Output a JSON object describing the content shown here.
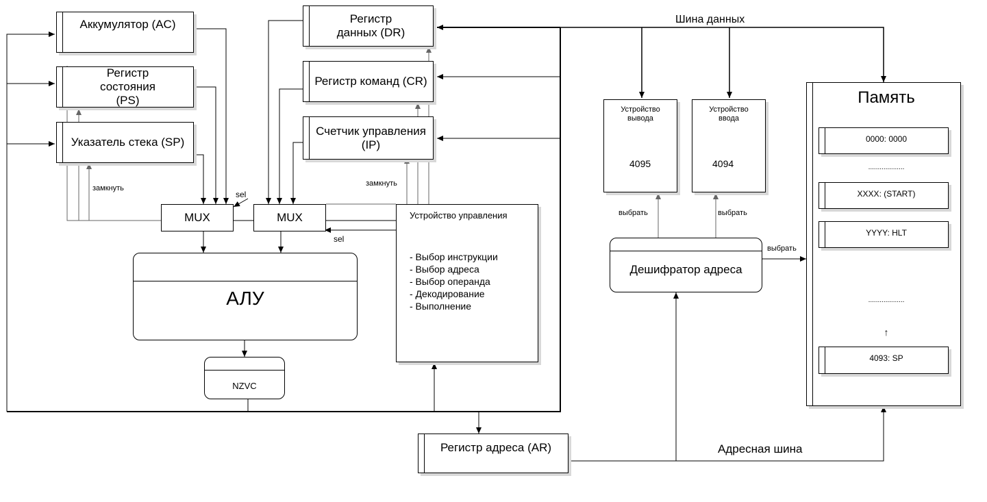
{
  "registers": {
    "ac": "Аккумулятор (AC)",
    "ps": "Регистр состояния (PS)",
    "sp": "Указатель стека (SP)",
    "dr": "Регистр данных (DR)",
    "cr": "Регистр команд (CR)",
    "ip": "Счетчик управления (IP)",
    "ar": "Регистр адреса (AR)"
  },
  "mux": {
    "left": "MUX",
    "right": "MUX"
  },
  "alu": "АЛУ",
  "flags": "NZVC",
  "control_unit": {
    "title": "Устройство управления",
    "steps": [
      "- Выбор инструкции",
      "- Выбор адреса",
      "- Выбор операнда",
      "- Декодирование",
      "- Выполнение"
    ]
  },
  "labels": {
    "sel": "sel",
    "close": "замкнуть",
    "select": "выбрать",
    "data_bus": "Шина данных",
    "address_bus": "Адресная шина"
  },
  "output_device": {
    "title": "Устройство вывода",
    "address": "4095"
  },
  "input_device": {
    "title": "Устройство ввода",
    "address": "4094"
  },
  "decoder": "Дешифратор адреса",
  "memory": {
    "title": "Память",
    "cells": [
      "0000: 0000",
      "XXXX: (START)",
      "YYYY: HLT",
      "4093: SP"
    ],
    "dots": "...................",
    "arrow": "↑"
  }
}
